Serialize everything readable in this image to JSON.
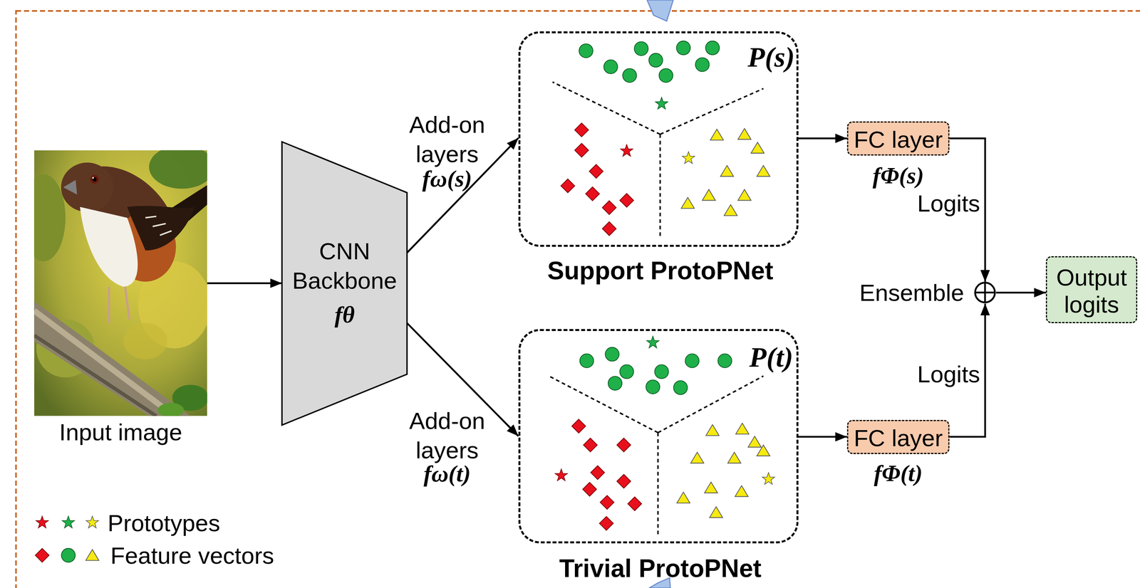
{
  "diagram": {
    "nodes": [
      {
        "text": [
          "Input image"
        ]
      },
      {
        "text": [
          "CNN Backbone",
          "fθ"
        ]
      },
      {
        "text": [
          "Support ProtoPNet",
          "P(s)"
        ]
      },
      {
        "text": [
          "Trivial ProtoPNet",
          "P(t)"
        ]
      },
      {
        "text": [
          "FC layer",
          "fΦ(s)"
        ]
      },
      {
        "text": [
          "FC layer",
          "fΦ(t)"
        ]
      },
      {
        "text": [
          "Ensemble"
        ]
      },
      {
        "text": [
          "Output logits"
        ]
      }
    ],
    "edges": [
      {
        "from": 0,
        "to": 1,
        "arrow": "to"
      },
      {
        "from": 1,
        "to": 2,
        "arrow": "to",
        "label": "Add-on layers"
      },
      {
        "from": 1,
        "to": 3,
        "arrow": "to",
        "label": "Add-on layers"
      },
      {
        "from": 2,
        "to": 4,
        "arrow": "to"
      },
      {
        "from": 3,
        "to": 5,
        "arrow": "to"
      },
      {
        "from": 4,
        "to": 6,
        "arrow": "to",
        "label": "Logits"
      },
      {
        "from": 5,
        "to": 6,
        "arrow": "to",
        "label": "Logits"
      },
      {
        "from": 6,
        "to": 7,
        "arrow": "to"
      }
    ],
    "labels": [
      "fω(s)",
      "fω(t)"
    ],
    "legend": [
      {
        "text": "Prototypes"
      },
      {
        "text": "Feature vectors"
      }
    ]
  }
}
